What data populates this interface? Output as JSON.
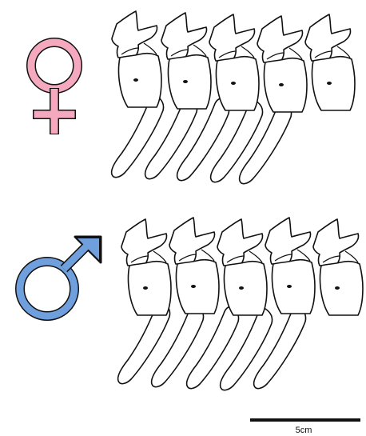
{
  "colors": {
    "female_symbol": "#f4a9bf",
    "male_symbol": "#6f9fdc",
    "outline": "#111111",
    "background": "#ffffff"
  },
  "icons": {
    "female": "female-symbol-icon",
    "male": "male-symbol-icon"
  },
  "scale_bar": {
    "label": "5cm"
  },
  "rows": [
    {
      "sex": "female",
      "vertebrae_count": 5,
      "rib_count": 5
    },
    {
      "sex": "male",
      "vertebrae_count": 5,
      "rib_count": 5
    }
  ]
}
